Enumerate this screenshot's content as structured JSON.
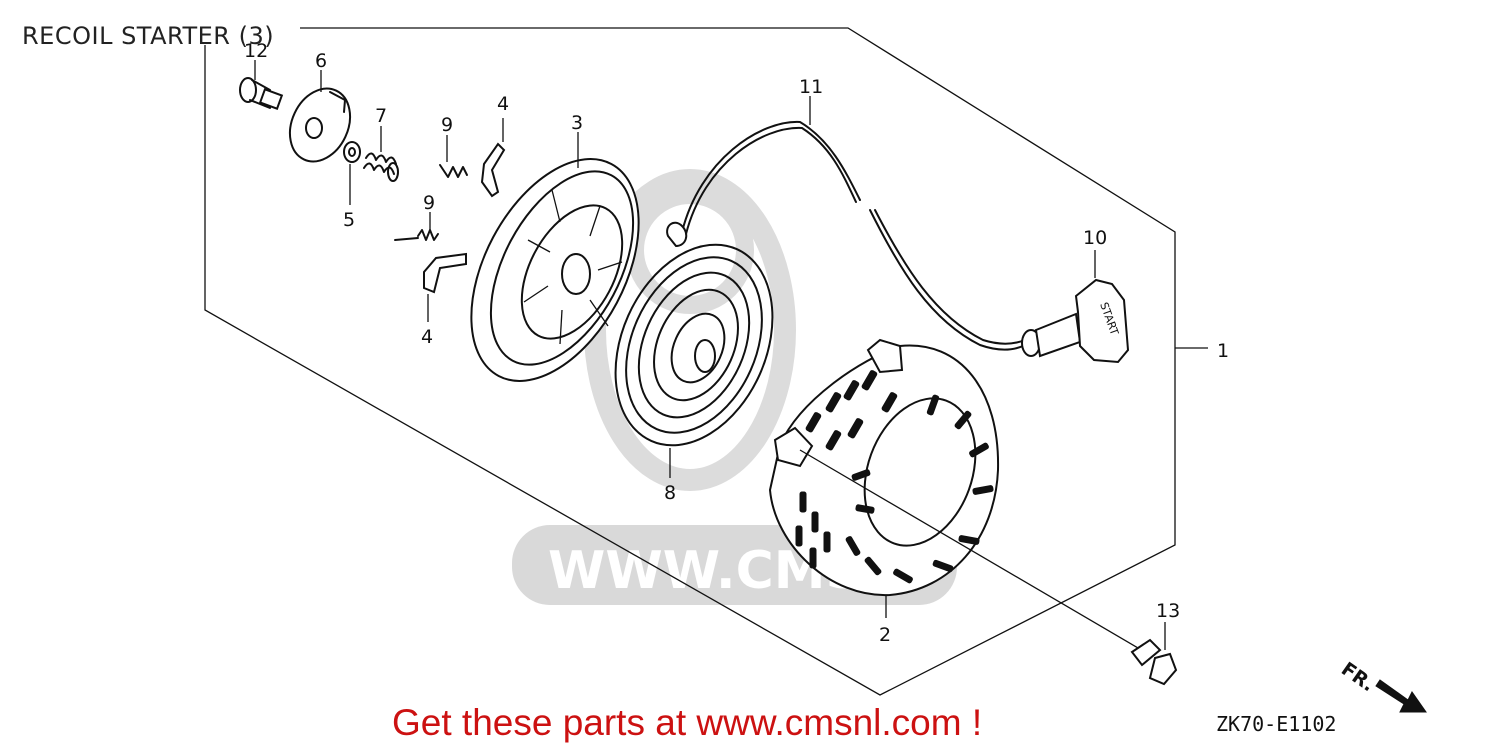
{
  "title": "RECOIL STARTER (3)",
  "cta": "Get these parts at www.cmsnl.com !",
  "diagram_code": "ZK70-E1102",
  "watermark": {
    "text": "WWW.CMSN",
    "color": "#d9d9d9"
  },
  "direction_label": "FR.",
  "handle_text": "START",
  "callouts": [
    {
      "id": "c1",
      "label": "1"
    },
    {
      "id": "c2",
      "label": "2"
    },
    {
      "id": "c3",
      "label": "3"
    },
    {
      "id": "c4a",
      "label": "4"
    },
    {
      "id": "c4b",
      "label": "4"
    },
    {
      "id": "c5",
      "label": "5"
    },
    {
      "id": "c6",
      "label": "6"
    },
    {
      "id": "c7",
      "label": "7"
    },
    {
      "id": "c8",
      "label": "8"
    },
    {
      "id": "c9a",
      "label": "9"
    },
    {
      "id": "c9b",
      "label": "9"
    },
    {
      "id": "c10",
      "label": "10"
    },
    {
      "id": "c11",
      "label": "11"
    },
    {
      "id": "c12",
      "label": "12"
    },
    {
      "id": "c13",
      "label": "13"
    }
  ],
  "colors": {
    "cta": "#cc1111",
    "ink": "#111111",
    "background": "#ffffff"
  }
}
